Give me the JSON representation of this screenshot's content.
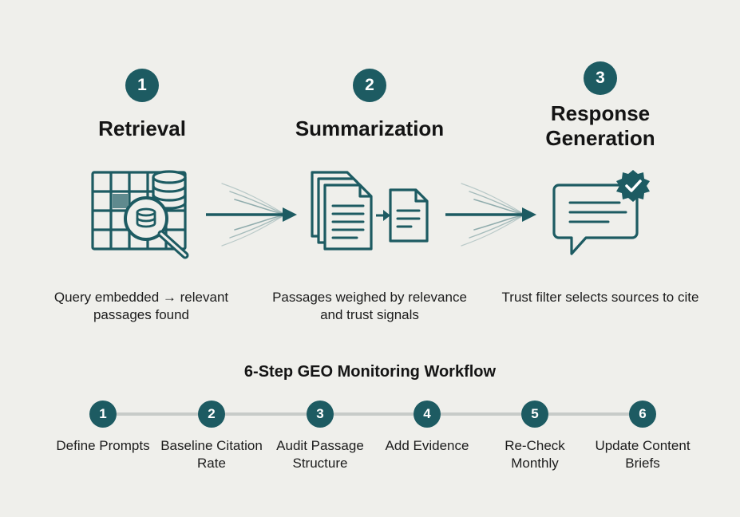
{
  "stages": [
    {
      "number": "1",
      "title": "Retrieval",
      "description": "Query embedded → relevant passages found",
      "icon": "database-search-icon"
    },
    {
      "number": "2",
      "title": "Summarization",
      "description": "Passages weighed by relevance and trust signals",
      "icon": "documents-summary-icon"
    },
    {
      "number": "3",
      "title": "Response Generation",
      "description": "Trust filter selects sources to cite",
      "icon": "chat-verified-icon"
    }
  ],
  "workflow": {
    "title": "6-Step GEO Monitoring Workflow",
    "steps": [
      {
        "number": "1",
        "label": "Define Prompts"
      },
      {
        "number": "2",
        "label": "Baseline Citation Rate"
      },
      {
        "number": "3",
        "label": "Audit Passage Structure"
      },
      {
        "number": "4",
        "label": "Add Evidence"
      },
      {
        "number": "5",
        "label": "Re-Check Monthly"
      },
      {
        "number": "6",
        "label": "Update Content Briefs"
      }
    ]
  },
  "colors": {
    "accent": "#1d5b62",
    "background": "#efefeb",
    "connector": "#c7cbc8"
  }
}
